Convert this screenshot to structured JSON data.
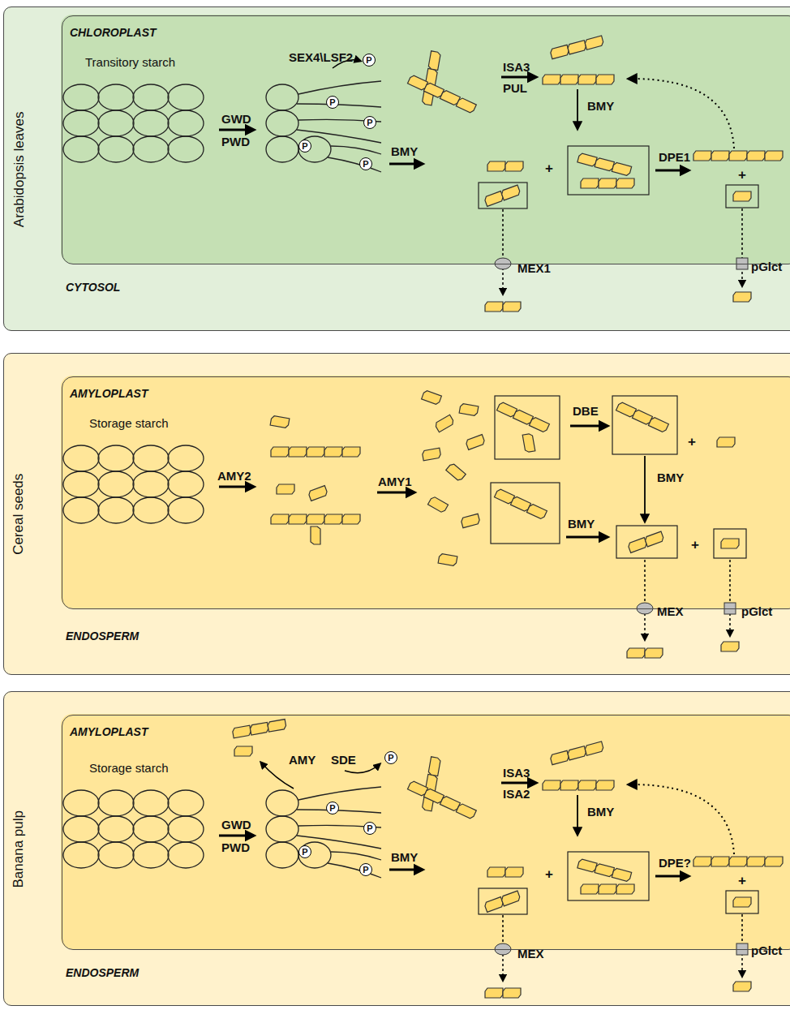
{
  "diagram": {
    "nodes": [
      {
        "text": [
          "Arabidopsis leaves",
          "CYTOSOL"
        ]
      },
      {
        "text": [
          "CHLOROPLAST"
        ],
        "in": 0
      },
      {
        "text": [
          "Cereal seeds",
          "ENDOSPERM"
        ]
      },
      {
        "text": [
          "AMYLOPLAST"
        ],
        "in": 2
      },
      {
        "text": [
          "Banana pulp",
          "ENDOSPERM"
        ]
      },
      {
        "text": [
          "AMYLOPLAST"
        ],
        "in": 4
      }
    ],
    "labels": [
      "Transitory starch",
      "GWD",
      "PWD",
      "SEX4\\LSF2",
      "P",
      "P",
      "P",
      "P",
      "P",
      "ISA3",
      "PUL",
      "BMY",
      "BMY",
      "+",
      "DPE1",
      "+",
      "MEX1",
      "pGlct",
      "Storage starch",
      "AMY2",
      "AMY1",
      "DBE",
      "+",
      "BMY",
      "BMY",
      "+",
      "MEX",
      "pGlct",
      "Storage starch",
      "AMY",
      "SDE",
      "P",
      "P",
      "P",
      "P",
      "P",
      "GWD",
      "PWD",
      "ISA3",
      "ISA2",
      "BMY",
      "BMY",
      "+",
      "DPE?",
      "+",
      "MEX",
      "pGlct"
    ]
  }
}
